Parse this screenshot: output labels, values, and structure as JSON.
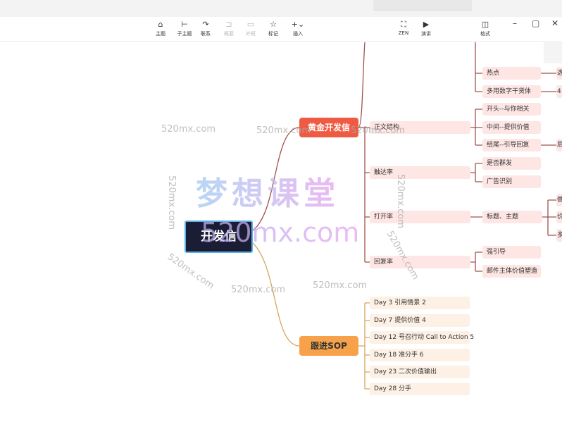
{
  "toolbar": {
    "items": [
      {
        "label": "主题",
        "icon": "topic-icon"
      },
      {
        "label": "子主题",
        "icon": "subtopic-icon"
      },
      {
        "label": "联系",
        "icon": "relationship-icon"
      },
      {
        "label": "概要",
        "icon": "summary-icon"
      },
      {
        "label": "外框",
        "icon": "boundary-icon"
      },
      {
        "label": "标记",
        "icon": "star-icon"
      },
      {
        "label": "插入",
        "icon": "plus-icon"
      }
    ],
    "zen": "ZEN",
    "present": "演讲",
    "format": "格式"
  },
  "mindmap": {
    "root": "开发信",
    "branch1": {
      "title": "黄金开发信",
      "subs": [
        "正文结构",
        "触达率",
        "打开率",
        "回复率"
      ],
      "upper_leaves": [
        "热点",
        "多用数字干货体"
      ],
      "structure_leaves": [
        "开头--与你相关",
        "中间--提供价值",
        "结尾--引导回复"
      ],
      "reach_leaves": [
        "是否群发",
        "广告识别"
      ],
      "open_leaves": [
        "标题、主题"
      ],
      "reply_leaves": [
        "强引导",
        "邮件主体价值塑造"
      ],
      "cut_right": [
        "选",
        "4",
        "局",
        "做",
        "价",
        "多"
      ]
    },
    "branch2": {
      "title": "跟进SOP",
      "items": [
        "Day 3 引用情景 2",
        "Day 7 提供价值 4",
        "Day 12 号召行动 Call to Action 5",
        "Day 18 准分手 6",
        "Day 23 二次价值输出",
        "Day 28 分手"
      ]
    }
  },
  "watermarks": {
    "small": "520mx.com",
    "big": "梦想课堂",
    "big_url": "520mx.com"
  },
  "colors": {
    "root_bg": "#1a1d33",
    "root_border": "#5ab3e8",
    "gold_letter": "#ef5a43",
    "sop": "#f7a24a",
    "line_red": "#a0524c",
    "line_orange": "#d8a55e"
  }
}
